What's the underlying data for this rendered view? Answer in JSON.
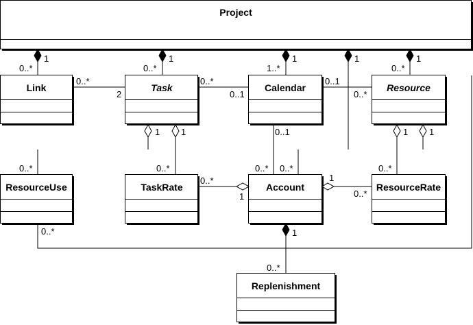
{
  "classes": {
    "project": "Project",
    "link": "Link",
    "task": "Task",
    "calendar": "Calendar",
    "resource": "Resource",
    "resource_use": "ResourceUse",
    "task_rate": "TaskRate",
    "account": "Account",
    "resource_rate": "ResourceRate",
    "replenishment": "Replenishment"
  },
  "multiplicities": {
    "project_link_one": "1",
    "project_link_many": "0..*",
    "project_task_one": "1",
    "project_task_many": "0..*",
    "project_calendar_one": "1",
    "project_calendar_many": "1..*",
    "project_account_one": "1",
    "project_resource_one": "1",
    "project_resource_many": "0..*",
    "link_task_many": "0..*",
    "link_task_two": "2",
    "task_calendar_many": "0..*",
    "task_calendar_opt": "0..1",
    "calendar_resource_opt": "0..1",
    "calendar_resource_many": "0..*",
    "task_taskrate_one": "1",
    "task_taskrate_many": "0..*",
    "resource_resourcerate_one": "1",
    "resource_resourcerate_many": "0..*",
    "calendar_account_opt": "0..1",
    "calendar_account_many": "0..*",
    "account_account_many": "0..*",
    "resourceuse_many": "0..*",
    "taskrate_account_many": "0..*",
    "taskrate_account_one": "1",
    "account_resourcerate_one": "1",
    "account_resourcerate_many": "0..*",
    "resourceuse_bottom_many": "0..*",
    "account_replenishment_one": "1",
    "account_replenishment_many": "0..*"
  }
}
